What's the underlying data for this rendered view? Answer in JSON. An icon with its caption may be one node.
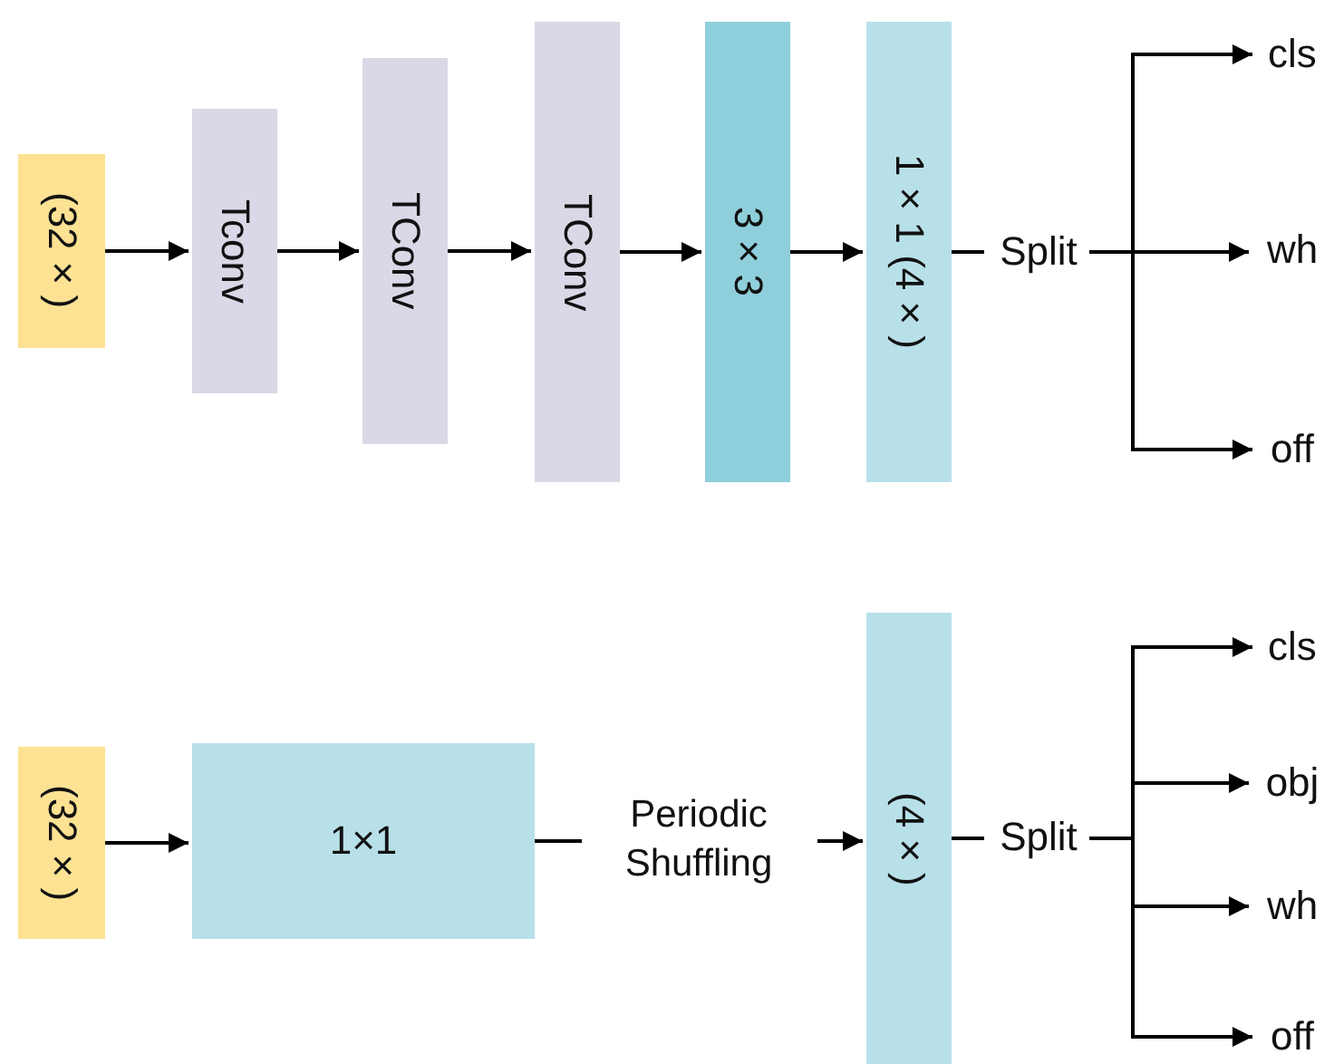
{
  "diagram": {
    "nodes": [
      {
        "text": [
          "(32×)"
        ]
      },
      {
        "text": [
          "Tconv"
        ]
      },
      {
        "text": [
          "TConv"
        ]
      },
      {
        "text": [
          "TConv"
        ]
      },
      {
        "text": [
          "3×3"
        ]
      },
      {
        "text": [
          "1×1 (4×)"
        ]
      },
      {
        "text": [
          "Split"
        ]
      },
      {
        "text": [
          "cls"
        ]
      },
      {
        "text": [
          "wh"
        ]
      },
      {
        "text": [
          "off"
        ]
      },
      {
        "text": [
          "(32×)"
        ]
      },
      {
        "text": [
          "1×1"
        ]
      },
      {
        "text": [
          "(4×)"
        ]
      },
      {
        "text": [
          "Split"
        ]
      },
      {
        "text": [
          "cls"
        ]
      },
      {
        "text": [
          "obj"
        ]
      },
      {
        "text": [
          "wh"
        ]
      },
      {
        "text": [
          "off"
        ]
      }
    ],
    "edges": [
      {
        "from": 0,
        "to": 1,
        "arrow": "to"
      },
      {
        "from": 1,
        "to": 2,
        "arrow": "to"
      },
      {
        "from": 2,
        "to": 3,
        "arrow": "to"
      },
      {
        "from": 3,
        "to": 4,
        "arrow": "to"
      },
      {
        "from": 4,
        "to": 5,
        "arrow": "to"
      },
      {
        "from": 5,
        "to": 6,
        "arrow": "none"
      },
      {
        "from": 6,
        "to": 7,
        "arrow": "to"
      },
      {
        "from": 6,
        "to": 8,
        "arrow": "to"
      },
      {
        "from": 6,
        "to": 9,
        "arrow": "to"
      },
      {
        "from": 10,
        "to": 11,
        "arrow": "to"
      },
      {
        "from": 11,
        "to": 12,
        "label": "Periodic Shuffling",
        "arrow": "to"
      },
      {
        "from": 12,
        "to": 13,
        "arrow": "none"
      },
      {
        "from": 13,
        "to": 14,
        "arrow": "to"
      },
      {
        "from": 13,
        "to": 15,
        "arrow": "to"
      },
      {
        "from": 13,
        "to": 16,
        "arrow": "to"
      },
      {
        "from": 13,
        "to": 17,
        "arrow": "to"
      }
    ]
  }
}
